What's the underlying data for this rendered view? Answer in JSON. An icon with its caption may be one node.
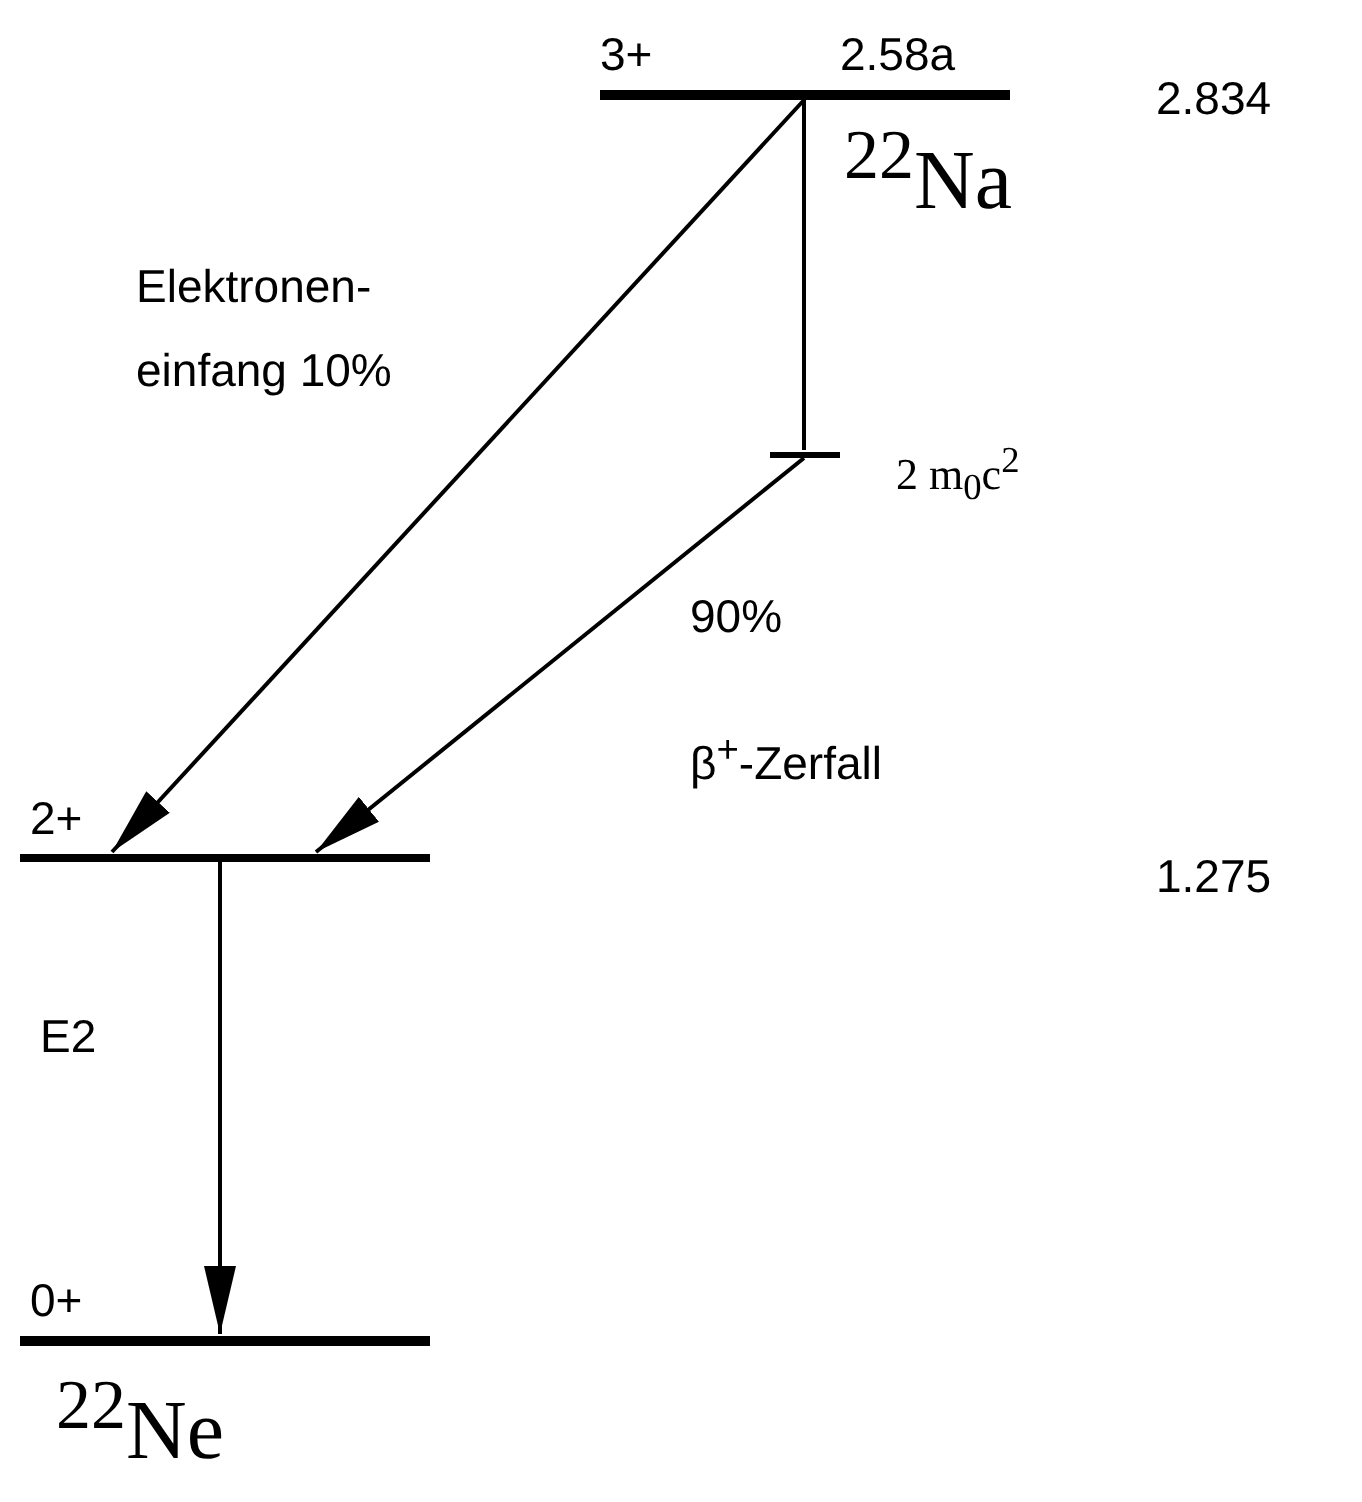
{
  "diagram": {
    "nodes": [
      {
        "text": [
          "3+",
          "2.58a"
        ],
        "beside": [
          "2.834",
          "$^{22}$Na"
        ]
      },
      {
        "text": [],
        "shape": "bar",
        "beside": [
          "2 m$_{0}$c$^{2}$"
        ]
      },
      {
        "text": [
          "2+"
        ]
      },
      {
        "text": [
          "0+"
        ],
        "beside": [
          "$^{22}$Ne"
        ]
      }
    ],
    "edges": [
      {
        "from": 0,
        "to": 2,
        "arrow": "to",
        "label": "Elektronen- einfang 10%"
      },
      {
        "from": 0,
        "to": 1,
        "arrow": "none"
      },
      {
        "from": 1,
        "to": 2,
        "arrow": "to",
        "label": "90%"
      },
      {
        "from": 2,
        "to": 3,
        "arrow": "to",
        "label": "E2"
      }
    ],
    "labels": [
      "β$^{+}$-Zerfall",
      "1.275"
    ]
  }
}
